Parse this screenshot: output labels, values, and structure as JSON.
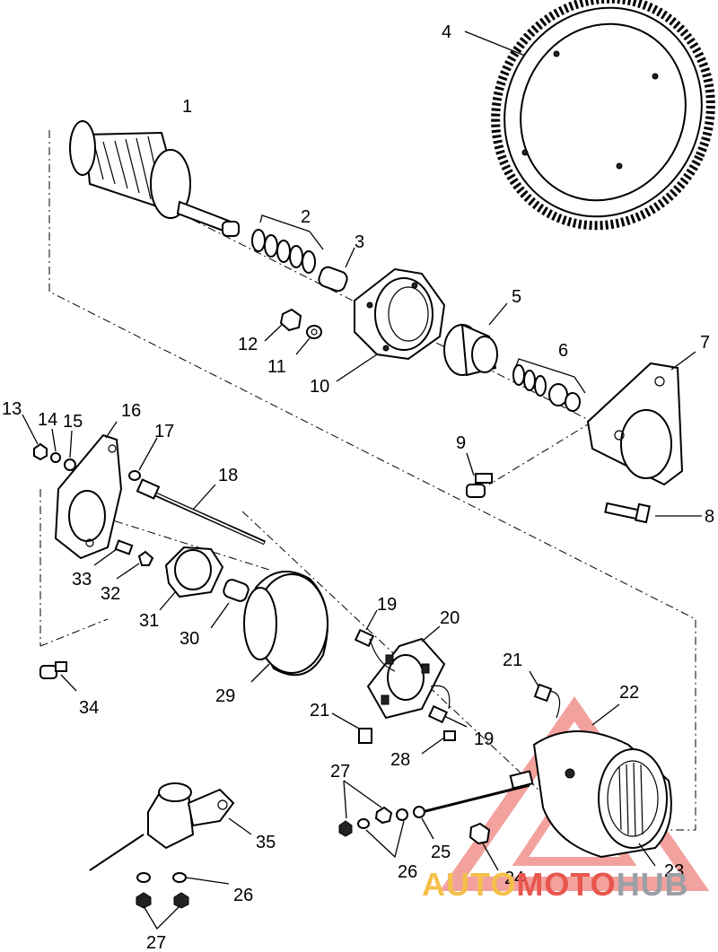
{
  "callouts": [
    "1",
    "2",
    "3",
    "4",
    "5",
    "6",
    "7",
    "8",
    "9",
    "10",
    "11",
    "12",
    "13",
    "14",
    "15",
    "16",
    "17",
    "18",
    "19",
    "19",
    "20",
    "21",
    "21",
    "22",
    "23",
    "24",
    "25",
    "26",
    "26",
    "27",
    "27",
    "28",
    "29",
    "30",
    "31",
    "32",
    "33",
    "34",
    "35"
  ],
  "labels": {
    "n1": "1",
    "n2": "2",
    "n3": "3",
    "n4": "4",
    "n5": "5",
    "n6": "6",
    "n7": "7",
    "n8": "8",
    "n9": "9",
    "n10": "10",
    "n11": "11",
    "n12": "12",
    "n13": "13",
    "n14": "14",
    "n15": "15",
    "n16": "16",
    "n17": "17",
    "n18": "18",
    "n19a": "19",
    "n19b": "19",
    "n20": "20",
    "n21a": "21",
    "n21b": "21",
    "n22": "22",
    "n23": "23",
    "n24": "24",
    "n25": "25",
    "n26a": "26",
    "n26b": "26",
    "n27a": "27",
    "n27b": "27",
    "n28": "28",
    "n29": "29",
    "n30": "30",
    "n31": "31",
    "n32": "32",
    "n33": "33",
    "n34": "34",
    "n35": "35"
  },
  "watermark": {
    "part1": "AUTO",
    "part2": "MOTO",
    "part3": "HUB",
    "color_auto": "#f5c04a",
    "color_moto": "#e8564e",
    "color_hub": "#9aa0a6"
  }
}
